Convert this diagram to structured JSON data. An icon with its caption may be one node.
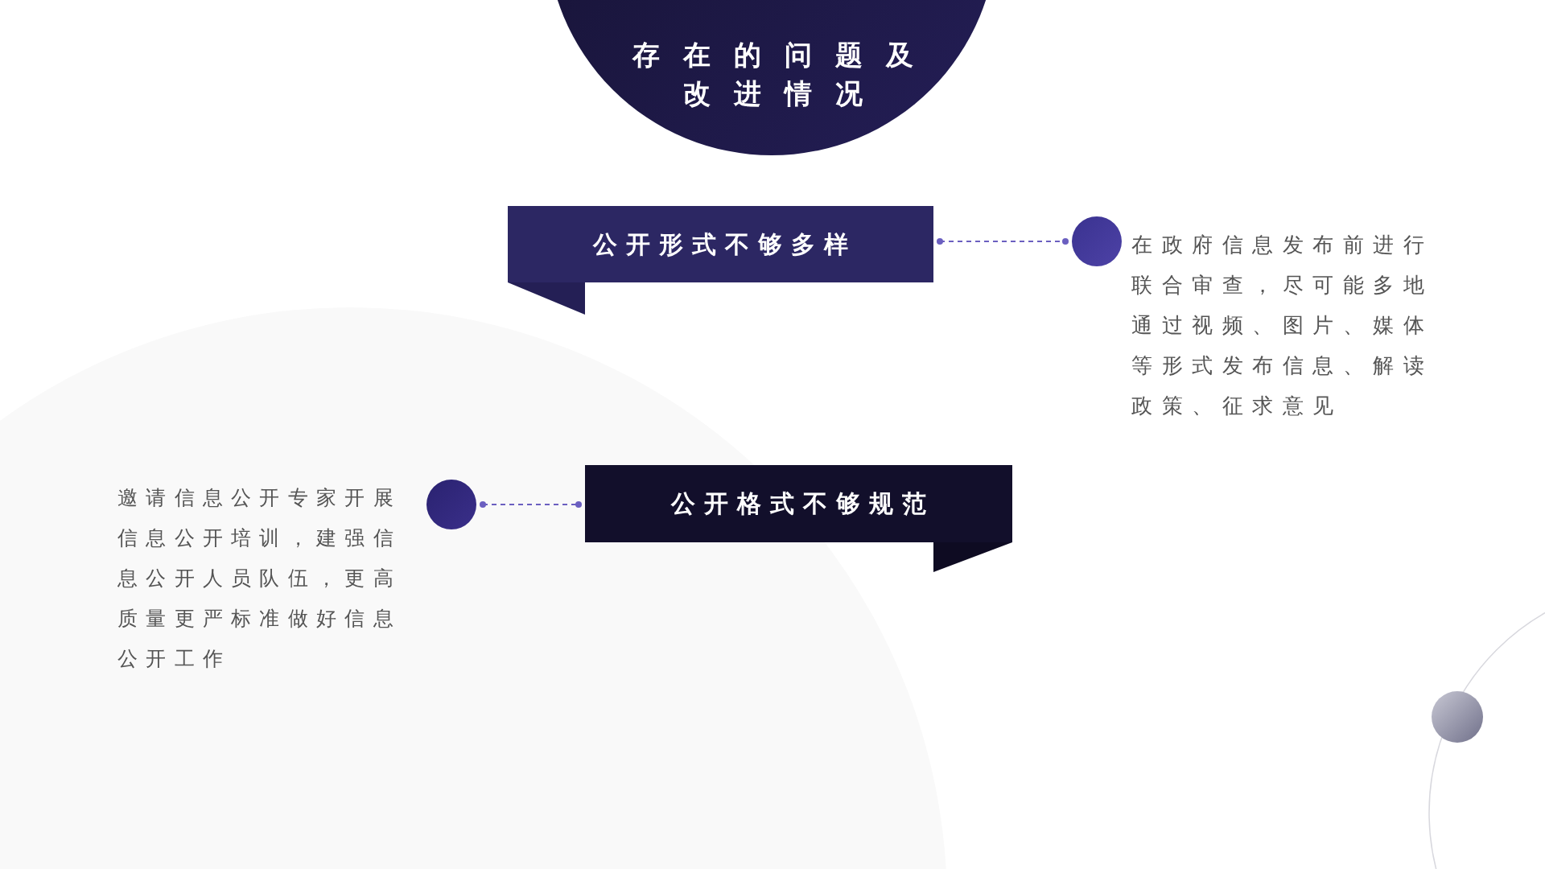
{
  "diagram": {
    "nodes": [
      {
        "text": [
          "存在的问题及改进情况"
        ]
      },
      {
        "text": [
          "公开形式不够多样"
        ]
      },
      {
        "text": [],
        "shape": "circle",
        "beside": [
          "在政府信息发布前进行联合审查，尽可能多地通过视频、图片、媒体等形式发布信息、解读政策、征求意见"
        ]
      },
      {
        "text": [
          "公开格式不够规范"
        ]
      },
      {
        "text": [],
        "shape": "circle",
        "beside": [
          "邀请信息公开专家开展信息公开培训，建强信息公开人员队伍，更高质量更严标准做好信息公开工作"
        ]
      }
    ],
    "edges": [
      {
        "from": 1,
        "to": 2,
        "arrow": "other",
        "style": "dashed"
      },
      {
        "from": 4,
        "to": 3,
        "arrow": "other",
        "style": "dashed"
      }
    ]
  }
}
